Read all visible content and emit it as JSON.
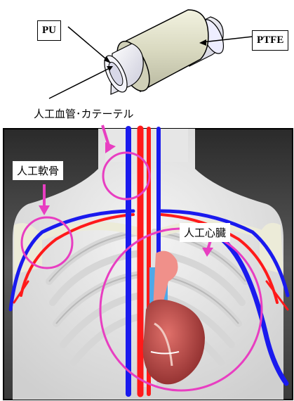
{
  "labels": {
    "pu": "PU",
    "ptfe": "PTFE",
    "artificial_vessel_catheter": "人工血管･カテーテル",
    "artificial_cartilage": "人工軟骨",
    "artificial_heart": "人工心臓"
  },
  "colors": {
    "highlight": "#e83ec1",
    "artery": "#ff1a1a",
    "vein": "#1a1aee",
    "tube_body": "#dcdcc4",
    "tube_cap": "#e6e6f0"
  }
}
